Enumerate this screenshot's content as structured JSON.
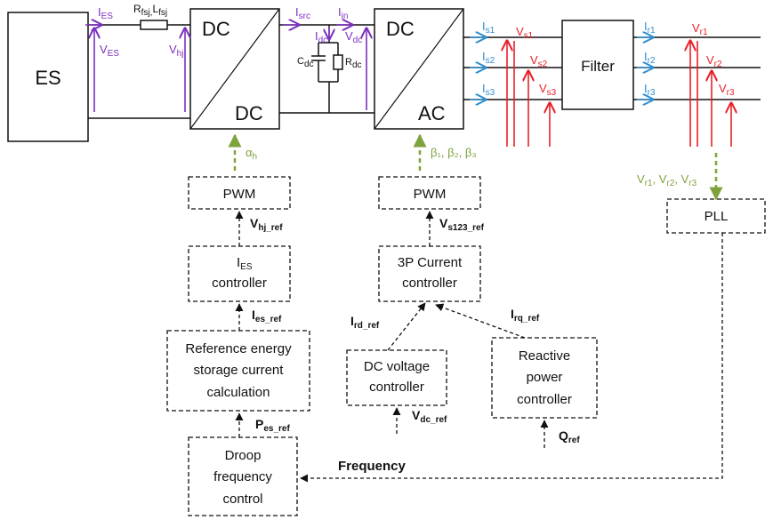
{
  "blocks": {
    "es": "ES",
    "dcdc_top": "DC",
    "dcdc_bottom": "DC",
    "dcac_top": "DC",
    "dcac_bottom": "AC",
    "filter": "Filter",
    "pwm_left": "PWM",
    "pwm_right": "PWM",
    "pll": "PLL",
    "ies_ctrl_line1": "I",
    "ies_ctrl_line1_sub": "ES",
    "ies_ctrl_line2": "controller",
    "current_ctrl_line1": "3P Current",
    "current_ctrl_line2": "controller",
    "ref_calc_line1": "Reference energy",
    "ref_calc_line2": "storage current",
    "ref_calc_line3": "calculation",
    "dcv_ctrl_line1": "DC voltage",
    "dcv_ctrl_line2": "controller",
    "reactive_line1": "Reactive",
    "reactive_line2": "power",
    "reactive_line3": "controller",
    "droop_line1": "Droop",
    "droop_line2": "frequency",
    "droop_line3": "control"
  },
  "circuit_labels": {
    "i_es": "I",
    "i_es_sub": "ES",
    "v_es": "V",
    "v_es_sub": "ES",
    "r_fsj": "R",
    "r_fsj_sub": "fsj,",
    "l_fsj": "L",
    "l_fsj_sub": "fsj",
    "v_hj": "V",
    "v_hj_sub": "hj",
    "i_src": "I",
    "i_src_sub": "src",
    "i_dc": "I",
    "i_dc_sub": "dc",
    "i_in": "I",
    "i_in_sub": "in",
    "v_dc": "V",
    "v_dc_sub": "dc",
    "c_dc": "C",
    "c_dc_sub": "dc",
    "r_dc": "R",
    "r_dc_sub": "dc",
    "i_s1": "I",
    "i_s1_sub": "s1",
    "i_s2": "I",
    "i_s2_sub": "s2",
    "i_s3": "I",
    "i_s3_sub": "s3",
    "v_s1": "V",
    "v_s1_sub": "s1",
    "v_s2": "V",
    "v_s2_sub": "s2",
    "v_s3": "V",
    "v_s3_sub": "s3",
    "i_r1": "I",
    "i_r1_sub": "r1",
    "i_r2": "I",
    "i_r2_sub": "r2",
    "i_r3": "I",
    "i_r3_sub": "r3",
    "v_r1": "V",
    "v_r1_sub": "r1",
    "v_r2": "V",
    "v_r2_sub": "r2",
    "v_r3": "V",
    "v_r3_sub": "r3"
  },
  "control_labels": {
    "alpha_h": "α",
    "alpha_h_sub": "h",
    "beta": "β₁, β₂, β₃",
    "v_r_list": "V",
    "v_r1_sub": "r1",
    "v_r_sep1": ", V",
    "v_r2_sub": "r2",
    "v_r_sep2": ", V",
    "v_r3_sub": "r3",
    "v_hj_ref": "V",
    "v_hj_ref_sub": "hj_ref",
    "v_s123_ref": "V",
    "v_s123_ref_sub": "s123_ref",
    "i_es_ref": "I",
    "i_es_ref_sub": "es_ref",
    "i_rd_ref": "I",
    "i_rd_ref_sub": "rd_ref",
    "i_rq_ref": "I",
    "i_rq_ref_sub": "rq_ref",
    "p_es_ref": "P",
    "p_es_ref_sub": "es_ref",
    "v_dc_ref": "V",
    "v_dc_ref_sub": "dc_ref",
    "q_ref": "Q",
    "q_ref_sub": "ref",
    "frequency": "Frequency"
  },
  "colors": {
    "power_line": "#111111",
    "purple": "#7b2fbf",
    "blue": "#2e8fd0",
    "red": "#e8202a",
    "green": "#7ea33d"
  }
}
